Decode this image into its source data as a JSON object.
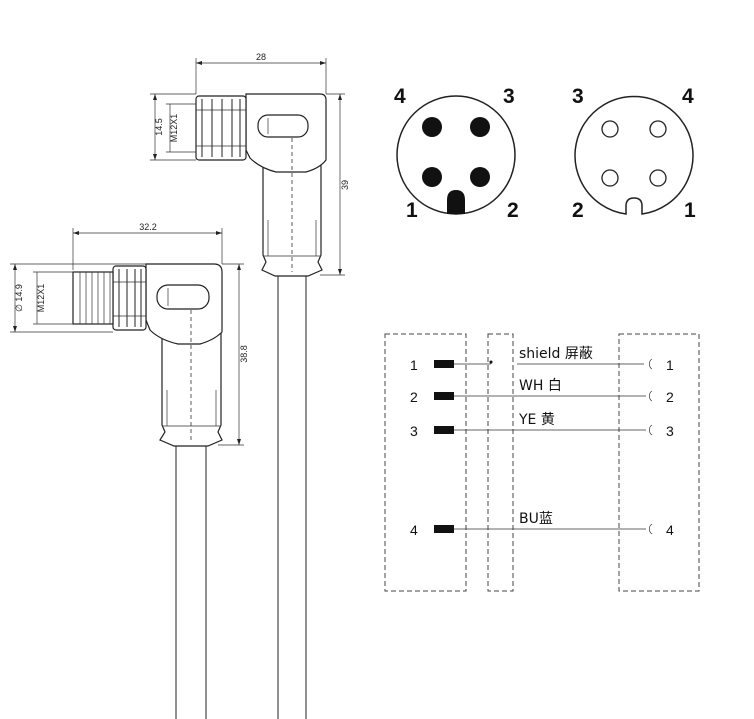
{
  "connector_top": {
    "dim_width": "28",
    "dim_height": "39",
    "dim_thread": "M12X1",
    "dim_diameter": "14.5"
  },
  "connector_bottom": {
    "dim_width": "32.2",
    "dim_height": "38.8",
    "dim_thread": "M12X1",
    "dim_diameter": "∅ 14.9"
  },
  "pinout_male": {
    "labels": [
      "4",
      "3",
      "1",
      "2"
    ]
  },
  "pinout_female": {
    "labels": [
      "3",
      "4",
      "2",
      "1"
    ]
  },
  "wiring": {
    "rows": [
      {
        "left": "1",
        "wire": "shield 屏蔽",
        "right": "1"
      },
      {
        "left": "2",
        "wire": "WH 白",
        "right": "2"
      },
      {
        "left": "3",
        "wire": "YE 黄",
        "right": "3"
      },
      {
        "left": "4",
        "wire": "BU蓝",
        "right": "4"
      }
    ]
  }
}
